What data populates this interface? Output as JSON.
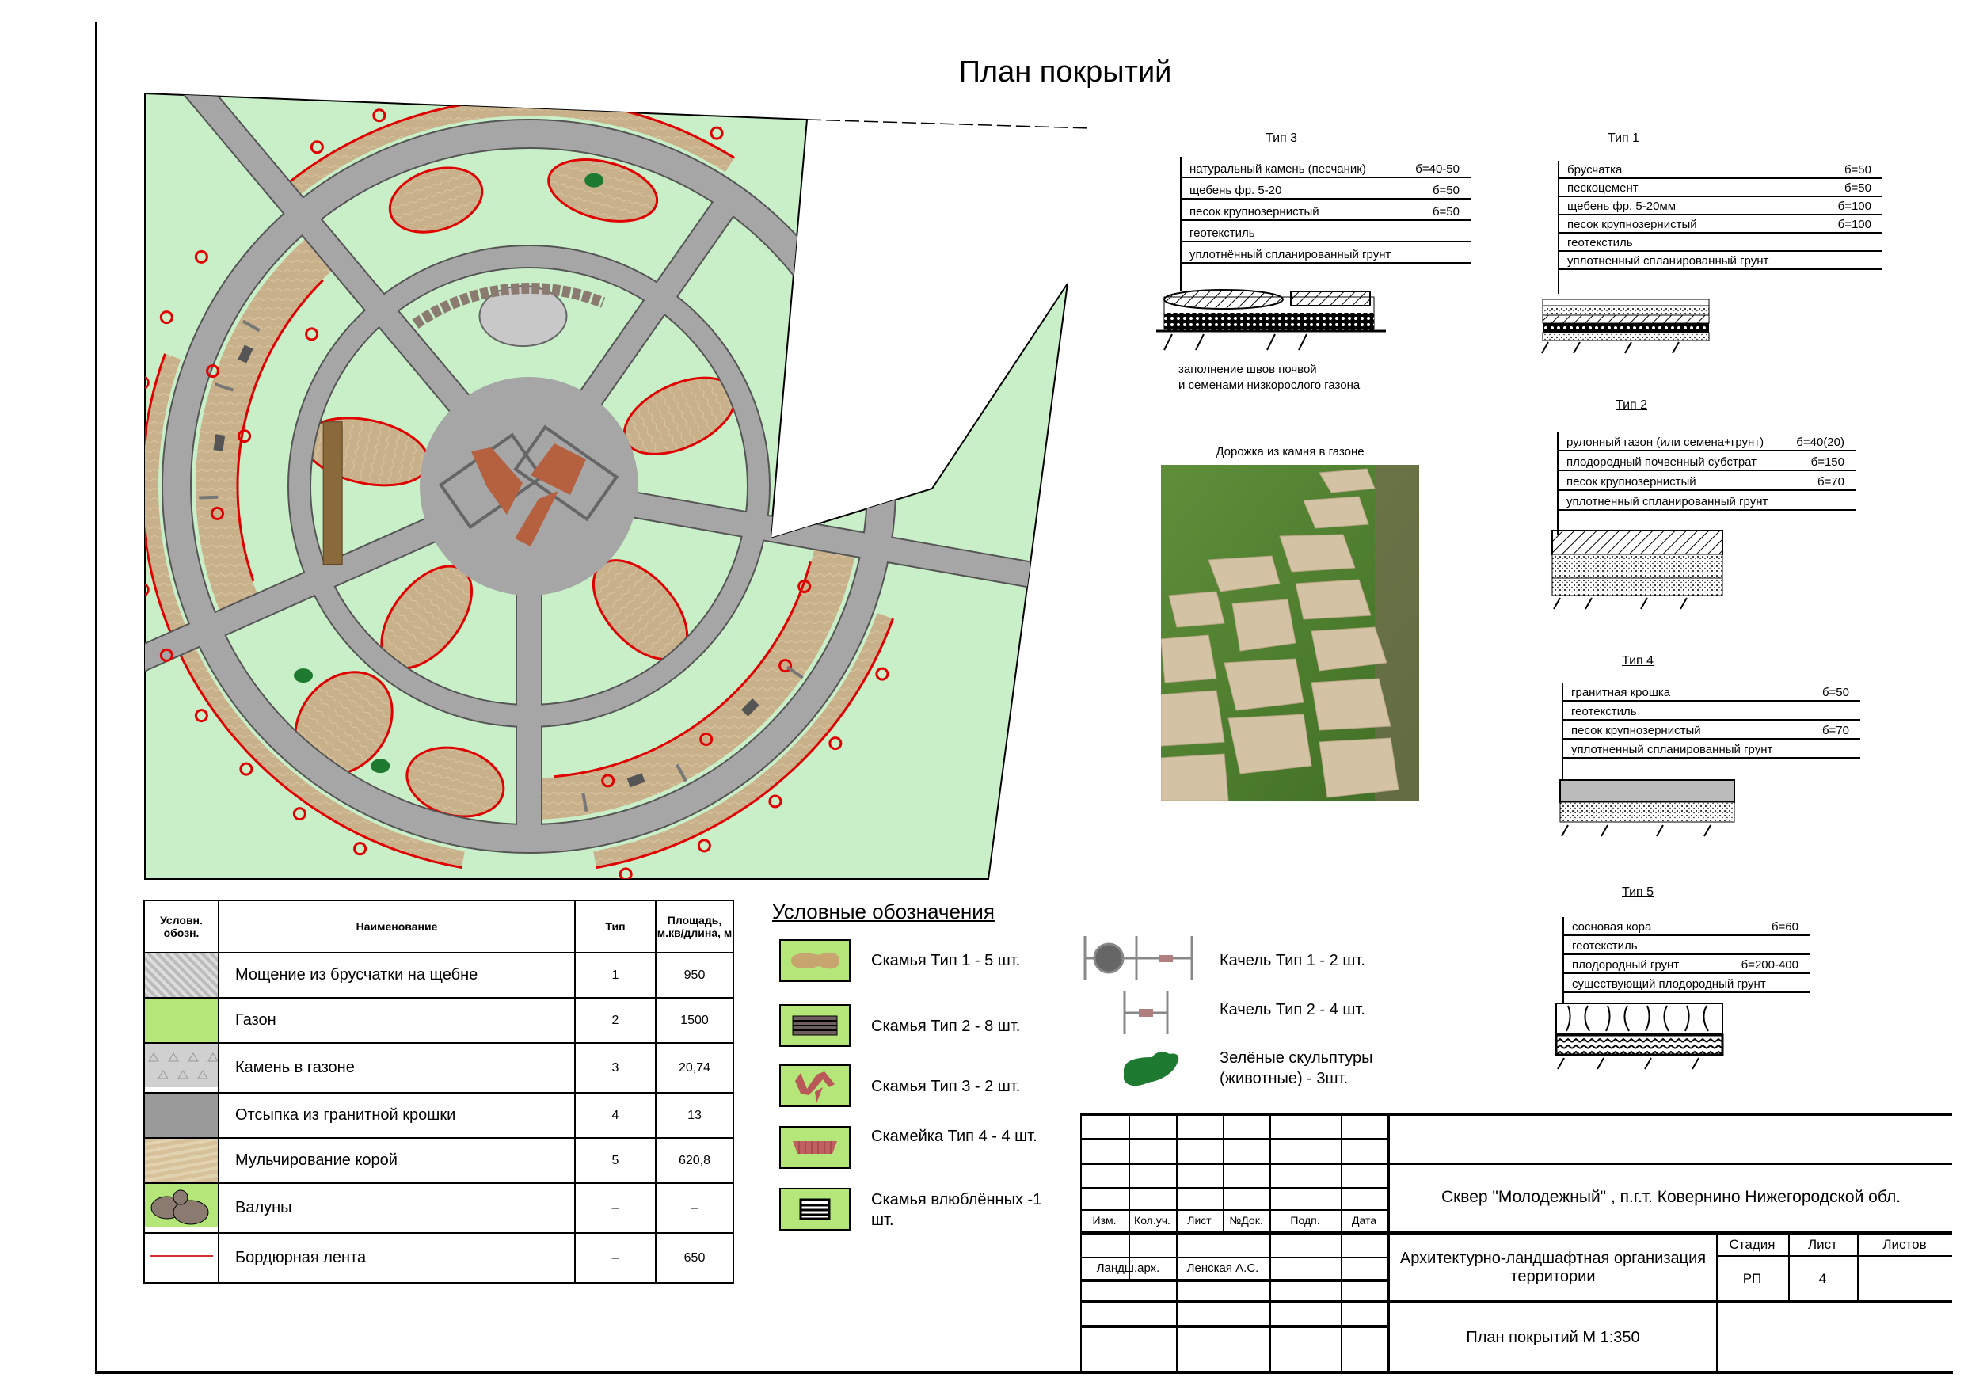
{
  "title": "План покрытий",
  "sections": [
    {
      "label": "Тип 3",
      "layers": [
        {
          "name": "натуральный камень (песчаник)",
          "thickness": "б=40-50"
        },
        {
          "name": "щебень фр. 5-20",
          "thickness": "б=50"
        },
        {
          "name": "песок крупнозернистый",
          "thickness": "б=50"
        },
        {
          "name": "геотекстиль",
          "thickness": ""
        },
        {
          "name": "уплотнённый спланированный грунт",
          "thickness": ""
        }
      ],
      "notes": [
        "заполнение швов почвой",
        "и семенами низкорослого газона"
      ]
    },
    {
      "label": "Тип 1",
      "layers": [
        {
          "name": "брусчатка",
          "thickness": "б=50"
        },
        {
          "name": "пескоцемент",
          "thickness": "б=50"
        },
        {
          "name": "щебень фр. 5-20мм",
          "thickness": "б=100"
        },
        {
          "name": "песок крупнозернистый",
          "thickness": "б=100"
        },
        {
          "name": "геотекстиль",
          "thickness": ""
        },
        {
          "name": "уплотненный спланированный грунт",
          "thickness": ""
        }
      ]
    },
    {
      "label": "Тип 2",
      "layers": [
        {
          "name": "рулонный газон (или семена+грунт)",
          "thickness": "б=40(20)"
        },
        {
          "name": "плодородный почвенный субстрат",
          "thickness": "б=150"
        },
        {
          "name": "песок крупнозернистый",
          "thickness": "б=70"
        },
        {
          "name": "уплотненный спланированный грунт",
          "thickness": ""
        }
      ]
    },
    {
      "label": "Тип 4",
      "layers": [
        {
          "name": "гранитная крошка",
          "thickness": "б=50"
        },
        {
          "name": "геотекстиль",
          "thickness": ""
        },
        {
          "name": "песок крупнозернистый",
          "thickness": "б=70"
        },
        {
          "name": "уплотненный спланированный грунт",
          "thickness": ""
        }
      ]
    },
    {
      "label": "Тип 5",
      "layers": [
        {
          "name": "сосновая кора",
          "thickness": "б=60"
        },
        {
          "name": "геотекстиль",
          "thickness": ""
        },
        {
          "name": "плодородный грунт",
          "thickness": "б=200-400"
        },
        {
          "name": "существующий плодородный грунт",
          "thickness": ""
        }
      ]
    }
  ],
  "photo": {
    "caption": "Дорожка из камня в газоне"
  },
  "legend_table": {
    "headers": [
      "Условн. обозн.",
      "Наименование",
      "Тип",
      "Площадь, м.кв/длина, м"
    ],
    "rows": [
      {
        "name": "Мощение из брусчатки на щебне",
        "type": "1",
        "area": "950"
      },
      {
        "name": "Газон",
        "type": "2",
        "area": "1500"
      },
      {
        "name": "Камень в газоне",
        "type": "3",
        "area": "20,74"
      },
      {
        "name": "Отсыпка из гранитной крошки",
        "type": "4",
        "area": "13"
      },
      {
        "name": "Мульчирование корой",
        "type": "5",
        "area": "620,8"
      },
      {
        "name": "Валуны",
        "type": "–",
        "area": "–"
      },
      {
        "name": "Бордюрная лента",
        "type": "–",
        "area": "650"
      }
    ]
  },
  "symbols": {
    "title": "Условные обозначения",
    "items": [
      "Скамья Тип 1 - 5 шт.",
      "Скамья Тип 2 - 8 шт.",
      "Скамья Тип 3 - 2 шт.",
      "Скамейка Тип 4 - 4 шт.",
      "Скамья влюблённых -1 шт.",
      "Качель Тип 1 - 2 шт.",
      "Качель Тип 2 - 4 шт.",
      "Зелёные скульптуры (животные) - 3шт."
    ]
  },
  "title_block": {
    "project": "Сквер \"Молодежный\" , п.г.т. Ковернино Нижегородской обл.",
    "col_headers": [
      "Изм.",
      "Кол.уч.",
      "Лист",
      "№Док.",
      "Подп.",
      "Дата"
    ],
    "role": "Ландш.арх.",
    "author": "Ленская А.С.",
    "section": "Архитектурно-ландшафтная организация территории",
    "sheet_title": "План покрытий М 1:350",
    "stage_label": "Стадия",
    "sheet_label": "Лист",
    "sheets_label": "Листов",
    "stage": "РП",
    "sheet": "4",
    "sheets": ""
  },
  "colors": {
    "lawn": "#c9efc9",
    "road": "#a6a6a6",
    "mulch": "#c8b08a",
    "border": "#e00000",
    "legend_green": "#b5e67a"
  }
}
